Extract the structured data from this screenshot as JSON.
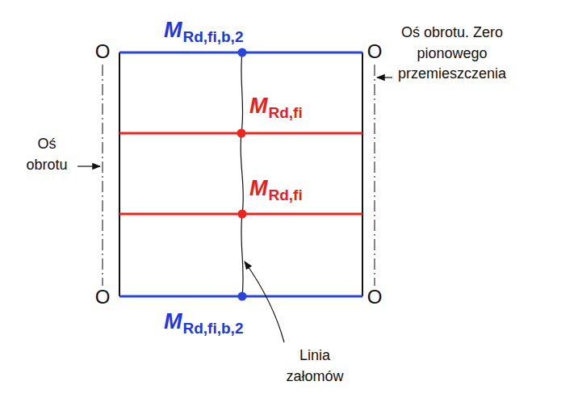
{
  "diagram": {
    "labels": [
      "M",
      "Rd,fi,b,2",
      "O",
      "O",
      "Oś obrotu. Zero pionowego przemieszczenia",
      "M",
      "Rd,fi",
      "Oś obrotu",
      "M",
      "Rd,fi",
      "O",
      "O",
      "M",
      "Rd,fi,b,2",
      "Linia załomów"
    ]
  }
}
